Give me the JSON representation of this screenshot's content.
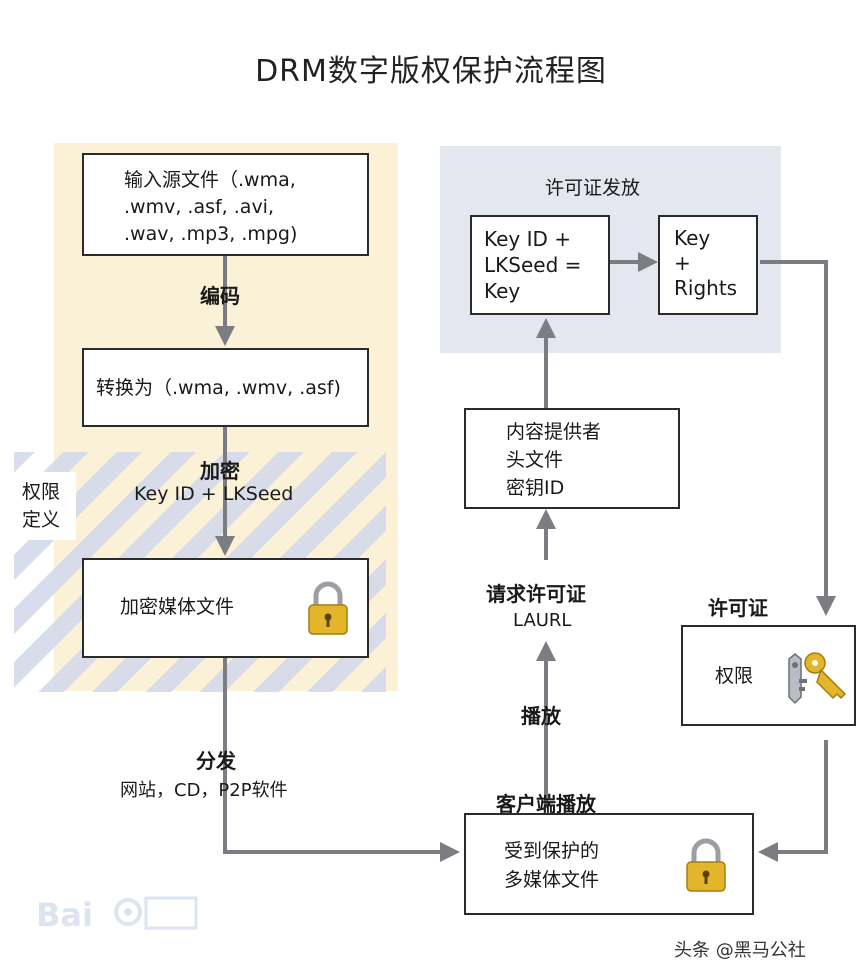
{
  "title": "DRM数字版权保护流程图",
  "left_zone": {
    "source_box": {
      "lines": "输入源文件（.wma,\n.wmv, .asf, .avi,\n.wav, .mp3, .mpg)"
    },
    "encode_label": "编码",
    "convert_box": {
      "text": "转换为（.wma, .wmv, .asf)"
    },
    "encrypt_label": "加密",
    "encrypt_sub": "Key ID + LKSeed",
    "rights_def": "权限\n定义",
    "encrypted_box": {
      "text": "加密媒体文件"
    }
  },
  "license_zone": {
    "title": "许可证发放",
    "key_box": {
      "lines": "Key ID +\nLKSeed =\nKey"
    },
    "rights_box": {
      "lines": "Key\n+\nRights"
    }
  },
  "header_box": {
    "lines": "内容提供者\n头文件\n密钥ID"
  },
  "request_label": "请求许可证",
  "request_sub": "LAURL",
  "play_label": "播放",
  "license_label": "许可证",
  "rights_box": {
    "text": "权限"
  },
  "distribute_label": "分发",
  "distribute_sub": "网站，CD，P2P软件",
  "client_label": "客户端播放",
  "protected_box": {
    "lines": "受到保护的\n多媒体文件"
  },
  "watermark": "头条 @黑马公社",
  "colors": {
    "arrow": "#7b7d82",
    "left_zone": "#fbf1d6",
    "license_zone": "#e4e7ef",
    "lock": "#e3b52b"
  }
}
